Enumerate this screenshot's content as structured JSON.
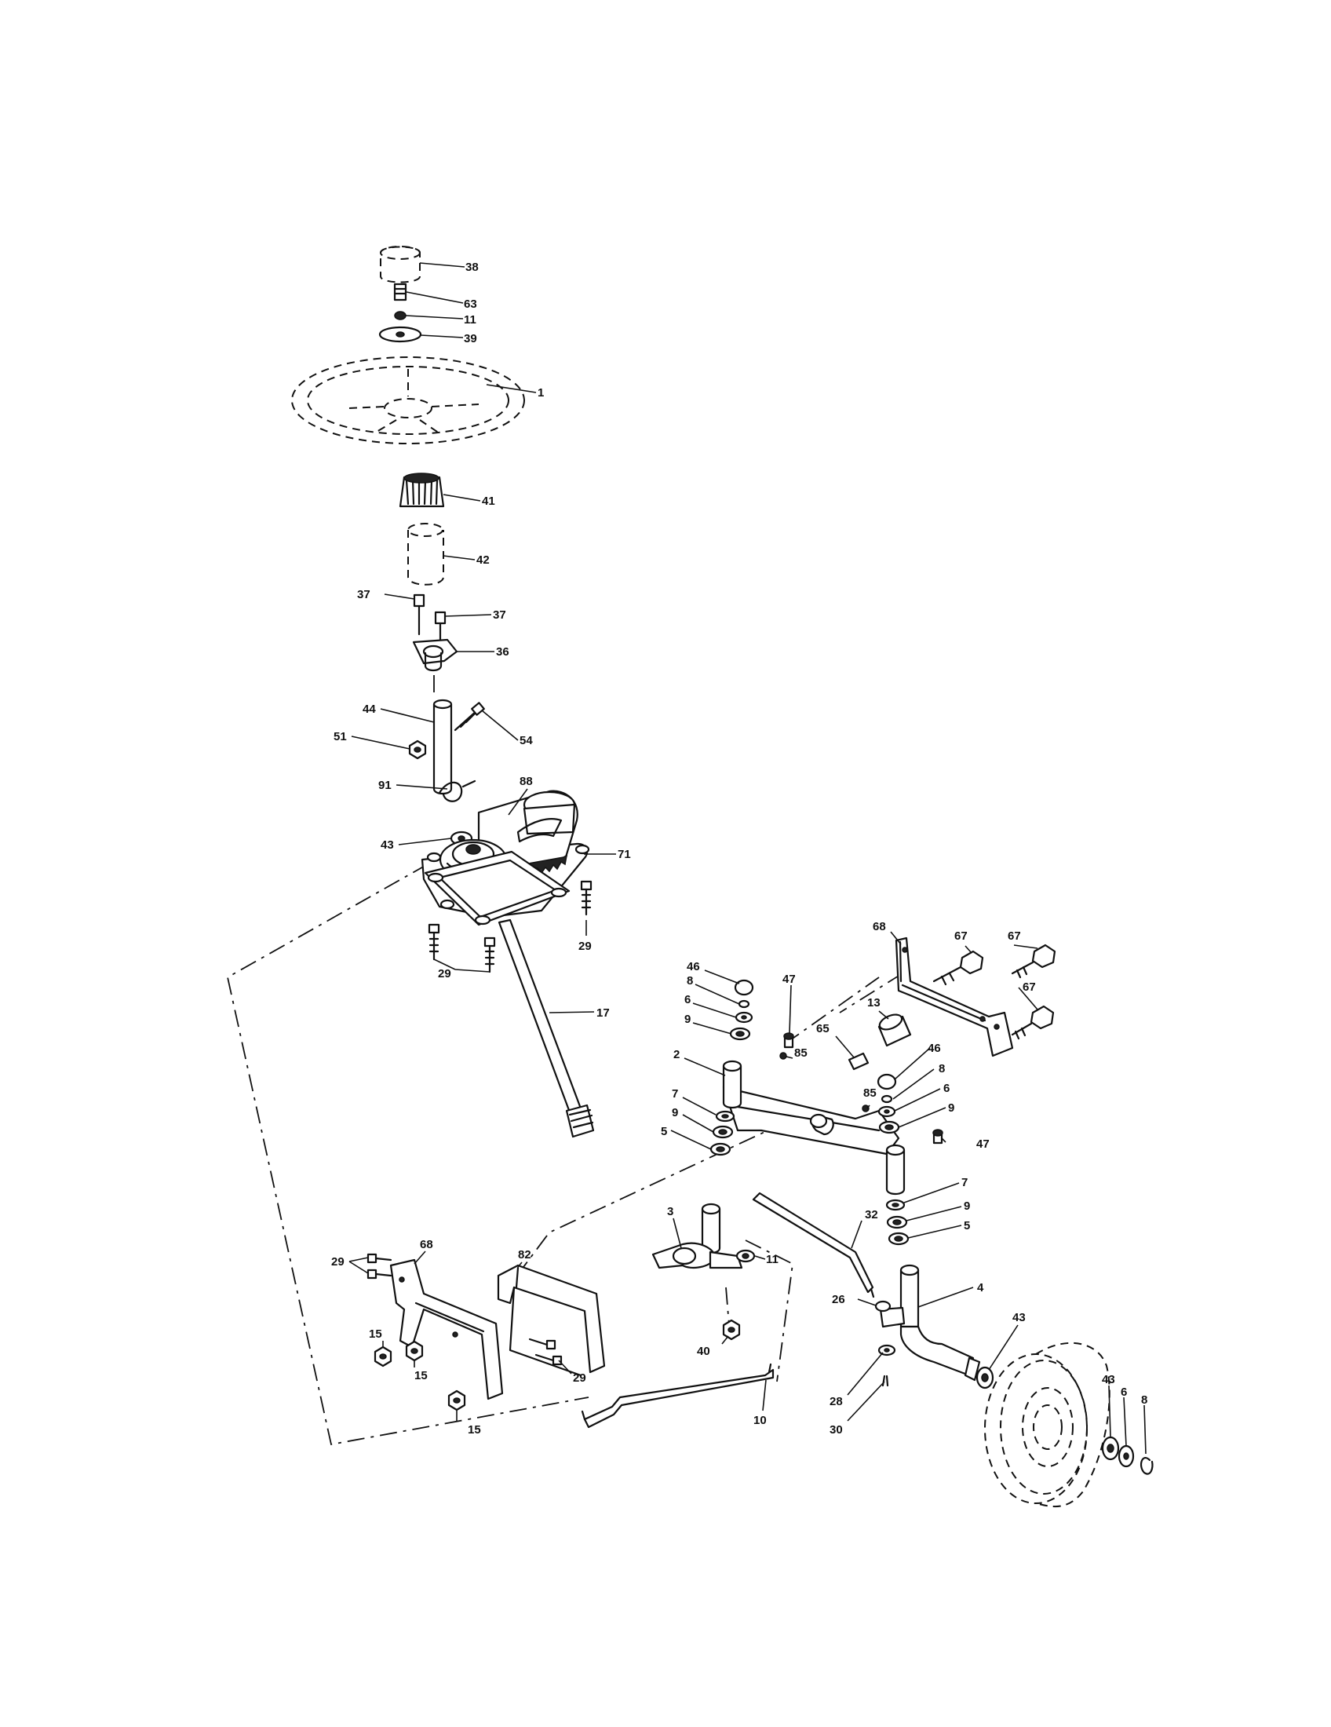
{
  "callouts": [
    {
      "id": "c38",
      "label": "38"
    },
    {
      "id": "c63",
      "label": "63"
    },
    {
      "id": "c11a",
      "label": "11"
    },
    {
      "id": "c39",
      "label": "39"
    },
    {
      "id": "c1",
      "label": "1"
    },
    {
      "id": "c41",
      "label": "41"
    },
    {
      "id": "c42",
      "label": "42"
    },
    {
      "id": "c37a",
      "label": "37"
    },
    {
      "id": "c37b",
      "label": "37"
    },
    {
      "id": "c36",
      "label": "36"
    },
    {
      "id": "c44",
      "label": "44"
    },
    {
      "id": "c54",
      "label": "54"
    },
    {
      "id": "c51",
      "label": "51"
    },
    {
      "id": "c91",
      "label": "91"
    },
    {
      "id": "c88",
      "label": "88"
    },
    {
      "id": "c43a",
      "label": "43"
    },
    {
      "id": "c71",
      "label": "71"
    },
    {
      "id": "c29a",
      "label": "29"
    },
    {
      "id": "c29b",
      "label": "29"
    },
    {
      "id": "c17",
      "label": "17"
    },
    {
      "id": "c46a",
      "label": "46"
    },
    {
      "id": "c8a",
      "label": "8"
    },
    {
      "id": "c6a",
      "label": "6"
    },
    {
      "id": "c9a",
      "label": "9"
    },
    {
      "id": "c47a",
      "label": "47"
    },
    {
      "id": "c85a",
      "label": "85"
    },
    {
      "id": "c2",
      "label": "2"
    },
    {
      "id": "c7a",
      "label": "7"
    },
    {
      "id": "c9b",
      "label": "9"
    },
    {
      "id": "c5a",
      "label": "5"
    },
    {
      "id": "c68a",
      "label": "68"
    },
    {
      "id": "c67a",
      "label": "67"
    },
    {
      "id": "c67b",
      "label": "67"
    },
    {
      "id": "c67c",
      "label": "67"
    },
    {
      "id": "c13",
      "label": "13"
    },
    {
      "id": "c65",
      "label": "65"
    },
    {
      "id": "c46b",
      "label": "46"
    },
    {
      "id": "c85b",
      "label": "85"
    },
    {
      "id": "c8b",
      "label": "8"
    },
    {
      "id": "c6b",
      "label": "6"
    },
    {
      "id": "c9c",
      "label": "9"
    },
    {
      "id": "c47b",
      "label": "47"
    },
    {
      "id": "c7b",
      "label": "7"
    },
    {
      "id": "c9d",
      "label": "9"
    },
    {
      "id": "c5b",
      "label": "5"
    },
    {
      "id": "c32",
      "label": "32"
    },
    {
      "id": "c3",
      "label": "3"
    },
    {
      "id": "c11b",
      "label": "11"
    },
    {
      "id": "c4",
      "label": "4"
    },
    {
      "id": "c26",
      "label": "26"
    },
    {
      "id": "c40",
      "label": "40"
    },
    {
      "id": "c28",
      "label": "28"
    },
    {
      "id": "c30",
      "label": "30"
    },
    {
      "id": "c43b",
      "label": "43"
    },
    {
      "id": "c43c",
      "label": "43"
    },
    {
      "id": "c6c",
      "label": "6"
    },
    {
      "id": "c8c",
      "label": "8"
    },
    {
      "id": "c29c",
      "label": "29"
    },
    {
      "id": "c68b",
      "label": "68"
    },
    {
      "id": "c82",
      "label": "82"
    },
    {
      "id": "c15a",
      "label": "15"
    },
    {
      "id": "c15b",
      "label": "15"
    },
    {
      "id": "c15c",
      "label": "15"
    },
    {
      "id": "c29d",
      "label": "29"
    },
    {
      "id": "c10",
      "label": "10"
    }
  ]
}
